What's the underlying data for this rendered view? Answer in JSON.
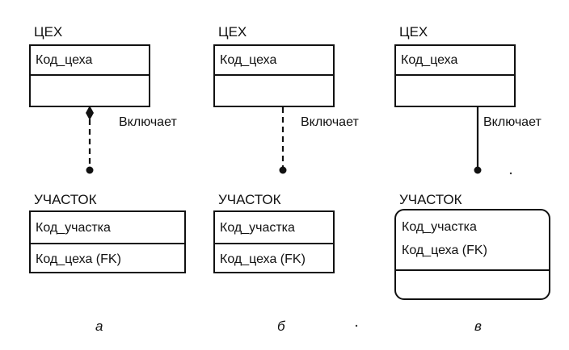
{
  "diagrams": [
    {
      "parent": {
        "title": "ЦЕХ",
        "key": "Код_цеха"
      },
      "relationship": {
        "label": "Включает"
      },
      "child": {
        "title": "УЧАСТОК",
        "key": "Код_участка",
        "attr": "Код_цеха (FK)"
      },
      "caption": "а"
    },
    {
      "parent": {
        "title": "ЦЕХ",
        "key": "Код_цеха"
      },
      "relationship": {
        "label": "Включает"
      },
      "child": {
        "title": "УЧАСТОК",
        "key": "Код_участка",
        "attr": "Код_цеха (FK)"
      },
      "caption": "б"
    },
    {
      "parent": {
        "title": "ЦЕХ",
        "key": "Код_цеха"
      },
      "relationship": {
        "label": "Включает"
      },
      "child": {
        "title": "УЧАСТОК",
        "key": "Код_участка",
        "attr": "Код_цеха (FK)"
      },
      "caption": "в"
    }
  ]
}
